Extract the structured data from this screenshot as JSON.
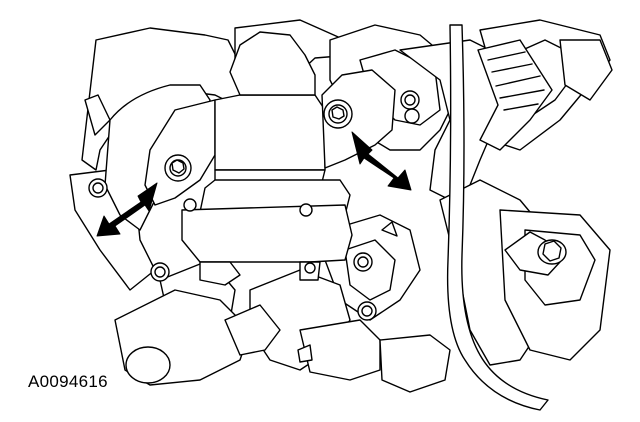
{
  "figure": {
    "id_label": "A0094616"
  },
  "colors": {
    "line": "#000000",
    "fill": "#ffffff",
    "arrow": "#000000"
  },
  "callouts": [
    {
      "name": "left-bolt-arrow",
      "points_to": "left-bolt"
    },
    {
      "name": "right-bolt-arrow",
      "points_to": "right-bolt"
    }
  ]
}
